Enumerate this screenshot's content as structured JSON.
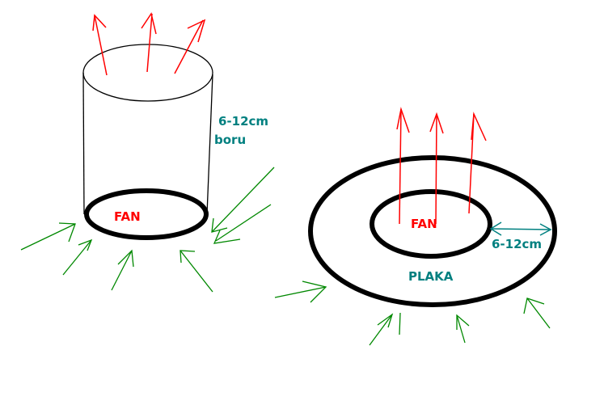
{
  "colors": {
    "red": "#ff0000",
    "green": "#008000",
    "teal": "#008080",
    "black": "#000000"
  },
  "left_figure": {
    "size_label": "6-12cm",
    "tube_label": "boru",
    "fan_label": "FAN"
  },
  "right_figure": {
    "fan_label": "FAN",
    "size_label": "6-12cm",
    "plate_label": "PLAKA"
  }
}
